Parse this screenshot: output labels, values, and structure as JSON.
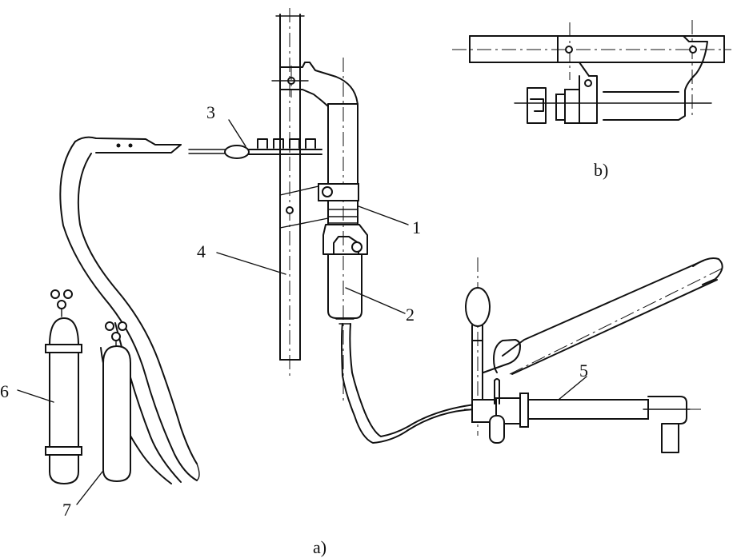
{
  "labels": {
    "part_1": "1",
    "part_2": "2",
    "part_3": "3",
    "part_4": "4",
    "part_5": "5",
    "part_6": "6",
    "part_7": "7",
    "view_a": "a)",
    "view_b": "b)"
  }
}
